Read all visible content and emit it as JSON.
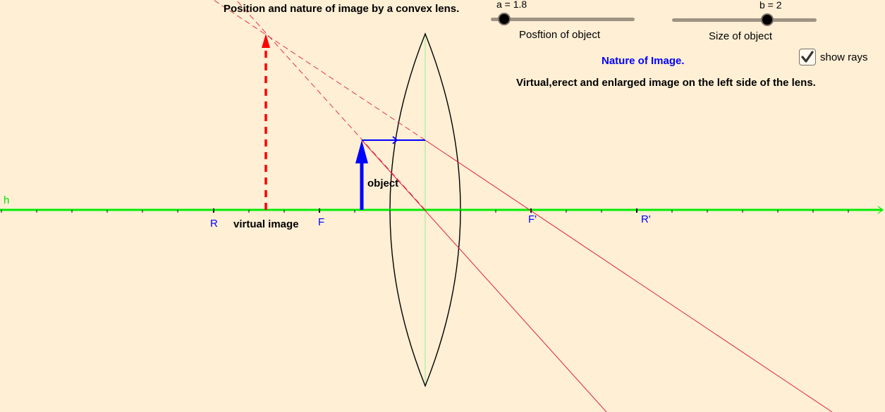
{
  "title": "Position and nature of image by a convex lens.",
  "sliders": {
    "a": {
      "label": "a = 1.8",
      "value": 1.8,
      "caption": "Posftion of object"
    },
    "b": {
      "label": "b = 2",
      "value": 2,
      "caption": "Size of object"
    }
  },
  "nature": {
    "heading": "Nature of Image.",
    "description": "Virtual,erect and enlarged image on the left side of the lens."
  },
  "show_rays": {
    "label": "show rays",
    "checked": true
  },
  "axis": {
    "name": "h",
    "points": {
      "R": "R",
      "F": "F",
      "F_prime": "F'",
      "R_prime": "R'"
    }
  },
  "labels": {
    "object": "object",
    "virtual_image": "virtual image"
  },
  "colors": {
    "background": "#FFEFD5",
    "axis": "#00EE00",
    "object": "#0000FF",
    "image": "#FF0000",
    "rays": "#E0203C",
    "lens": "#000000",
    "lens_axis": "#B0F0A0",
    "point_labels": "#0000FF"
  }
}
